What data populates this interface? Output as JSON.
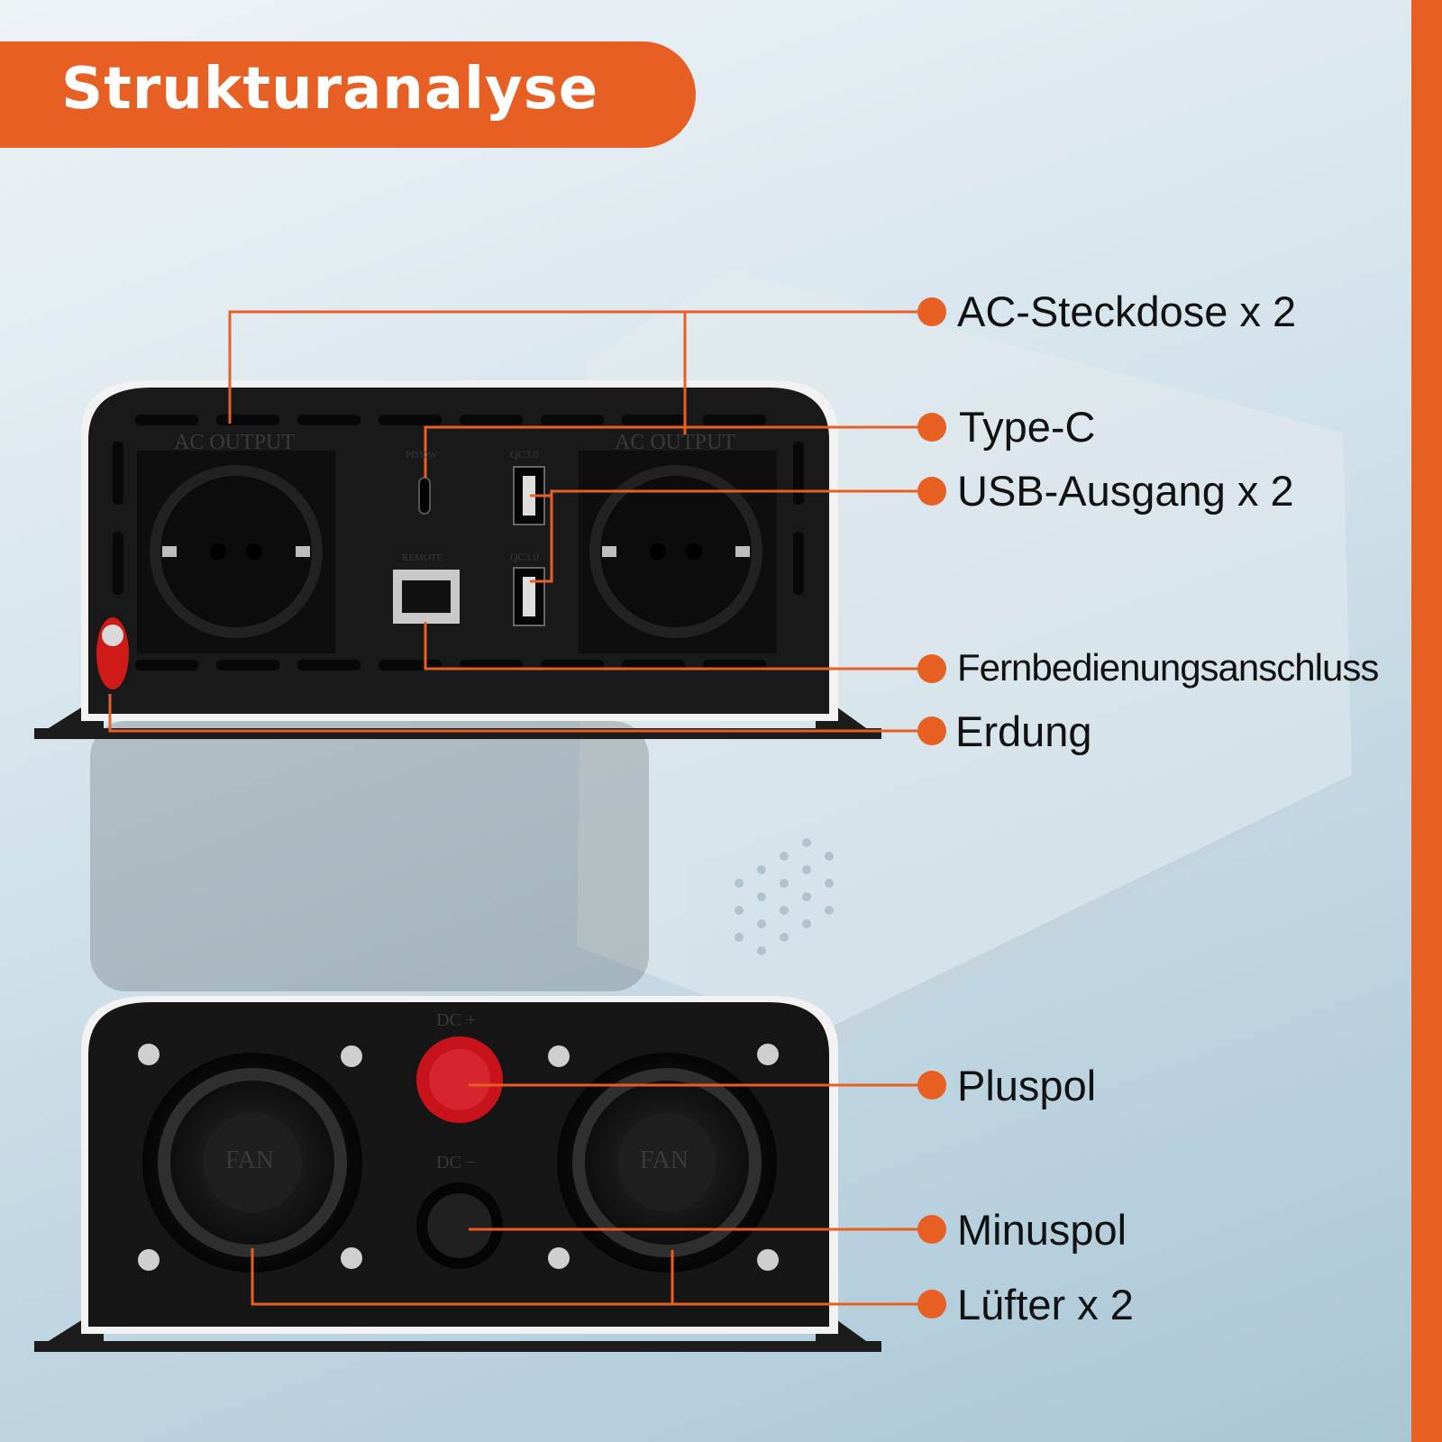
{
  "title": "Strukturanalyse",
  "colors": {
    "accent": "#e85f24",
    "panel": "#1a1a1a",
    "background": "#c9dde7"
  },
  "callouts": [
    {
      "id": "ac-outlet",
      "label": "AC-Steckdose x 2"
    },
    {
      "id": "type-c",
      "label": "Type-C"
    },
    {
      "id": "usb",
      "label": "USB-Ausgang x 2"
    },
    {
      "id": "remote",
      "label": "Fernbedienungsanschluss"
    },
    {
      "id": "ground",
      "label": "Erdung"
    },
    {
      "id": "plus",
      "label": "Pluspol"
    },
    {
      "id": "minus",
      "label": "Minuspol"
    },
    {
      "id": "fan",
      "label": "Lüfter x 2"
    }
  ],
  "device": {
    "front": {
      "ac_output_label": "AC OUTPUT",
      "pd_label": "PD30W",
      "qc_label": "QC3.0",
      "remote_label": "REMOTE"
    },
    "back": {
      "dc_plus_label": "DC +",
      "dc_minus_label": "DC −",
      "fan_label": "FAN"
    }
  }
}
